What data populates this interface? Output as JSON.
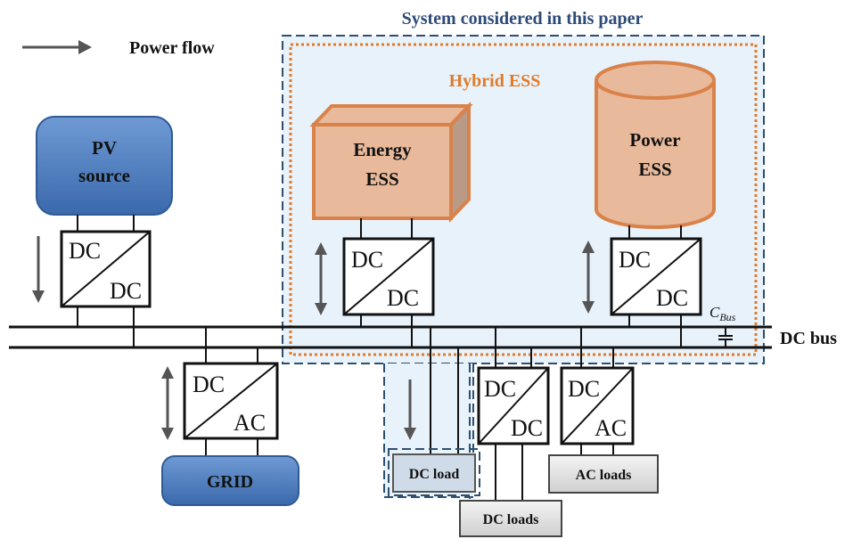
{
  "legend": {
    "power_flow_label": "Power flow"
  },
  "system": {
    "title": "System considered in this paper",
    "hybrid_label": "Hybrid ESS"
  },
  "sources": {
    "pv_line1": "PV",
    "pv_line2": "source",
    "grid": "GRID"
  },
  "storage": {
    "energy_line1": "Energy",
    "energy_line2": "ESS",
    "power_line1": "Power",
    "power_line2": "ESS"
  },
  "converters": {
    "pv": {
      "top": "DC",
      "bottom": "DC"
    },
    "energy": {
      "top": "DC",
      "bottom": "DC"
    },
    "power": {
      "top": "DC",
      "bottom": "DC"
    },
    "grid": {
      "top": "DC",
      "bottom": "AC"
    },
    "dc_loads": {
      "top": "DC",
      "bottom": "DC"
    },
    "ac_loads": {
      "top": "DC",
      "bottom": "AC"
    }
  },
  "bus": {
    "label": "DC bus",
    "capacitor_main": "C",
    "capacitor_sub": "Bus"
  },
  "loads": {
    "dc_load": "DC load",
    "dc_loads": "DC loads",
    "ac_loads": "AC loads"
  },
  "colors": {
    "system_border": "#2f4f6f",
    "system_fill": "#e8f2fb",
    "hybrid_border": "#e07b2a",
    "ess_fill": "#e8b99a",
    "ess_stroke": "#d9824a",
    "pv_fill": "#4a7bbd",
    "load_fill": "#e6e6e6"
  }
}
